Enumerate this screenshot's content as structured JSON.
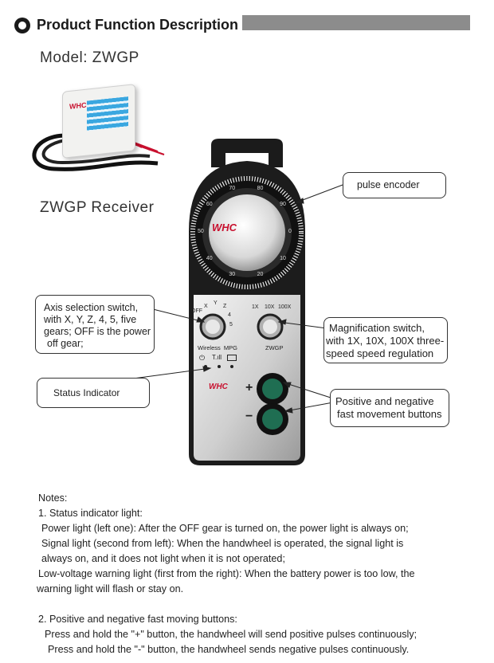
{
  "header": {
    "title": "Product Function Description"
  },
  "model_label": "Model: ZWGP",
  "receiver_label": "ZWGP Receiver",
  "callouts": {
    "pulse_encoder": "pulse encoder",
    "axis_switch": [
      "Axis selection switch,",
      "with X, Y, Z, 4, 5, five",
      "gears; OFF is the power",
      "off gear;"
    ],
    "status_indicator": "Status Indicator",
    "magnification": [
      "Magnification switch,",
      "with 1X, 10X, 100X three-",
      "speed speed regulation"
    ],
    "fast_buttons": [
      "Positive and negative",
      "fast movement buttons"
    ]
  },
  "device": {
    "brand": "WHC",
    "model": "ZWGP",
    "mode_label": "Wireless  MPG",
    "axis_off": "OFF",
    "axis_x": "X",
    "axis_y": "Y",
    "axis_z": "Z",
    "axis_4": "4",
    "axis_5": "5",
    "mag_1x": "1X",
    "mag_10x": "10X",
    "mag_100x": "100X",
    "plus": "+",
    "minus": "−",
    "dial_numbers": [
      "0",
      "10",
      "20",
      "30",
      "40",
      "50",
      "60",
      "70",
      "80",
      "90"
    ]
  },
  "notes": {
    "heading": "Notes:",
    "s1_title": "1. Status indicator light:",
    "s1_power": "Power light (left one): After the OFF gear is turned on, the power light is always on;",
    "s1_signal_a": "Signal light (second from left): When the handwheel is operated, the signal light is",
    "s1_signal_b": "always on, and it does not light when it is not operated;",
    "s1_lowvolt_a": "Low-voltage warning light (first from the right): When the battery power is too low, the",
    "s1_lowvolt_b": "warning light will flash or stay on.",
    "s2_title": "2. Positive and negative fast moving buttons:",
    "s2_plus": "Press and hold the \"+\" button, the handwheel will send positive pulses continuously;",
    "s2_minus": "Press and hold the \"-\" button, the handwheel sends negative pulses continuously."
  }
}
